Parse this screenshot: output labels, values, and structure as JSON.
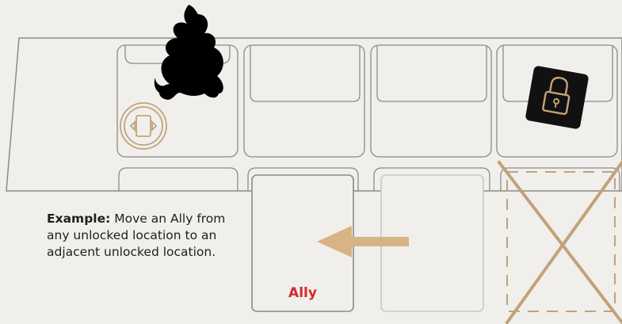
{
  "caption": {
    "bold": "Example:",
    "text": " Move an Ally from any unlocked location to an adjacent unlocked location."
  },
  "ally_label": "Ally",
  "icons": {
    "character": "villain-silhouette-icon",
    "move_token": "move-arrows-token-icon",
    "lock": "padlock-icon",
    "arrow": "left-arrow-icon",
    "blocked": "cross-out-icon"
  },
  "colors": {
    "board_outline": "#8a8a8a",
    "token_gold": "#c4a27a",
    "arrow_tan": "#d8b484",
    "cross_tan": "#c2a27a",
    "ally_red": "#d42a2a",
    "lock_bg": "#111111"
  }
}
